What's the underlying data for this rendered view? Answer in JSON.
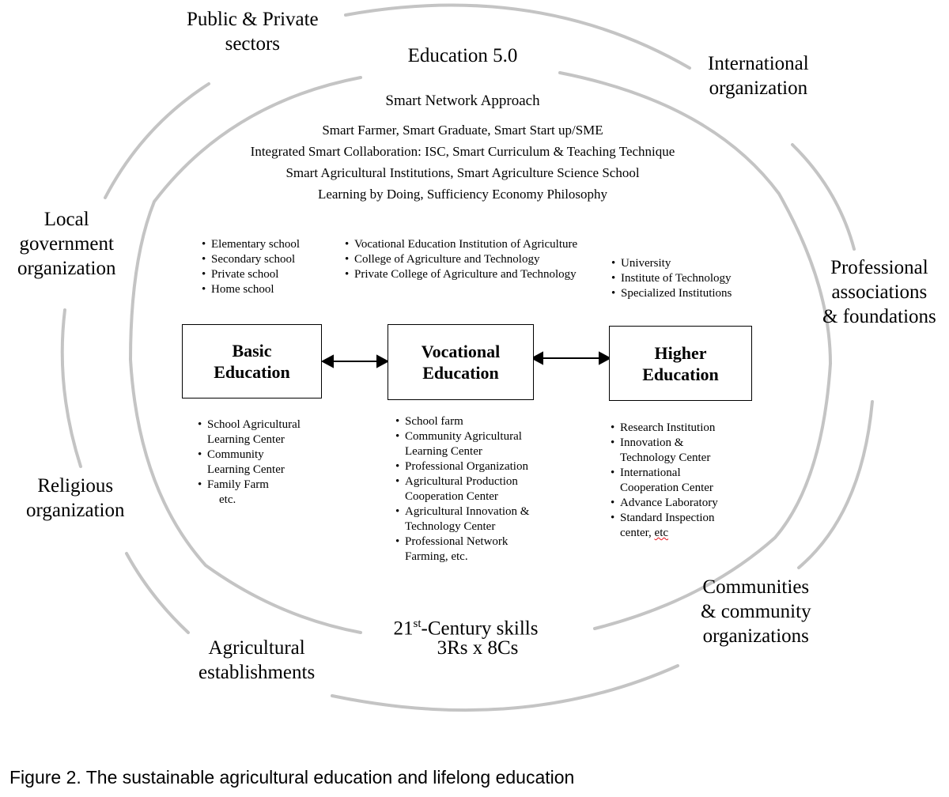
{
  "title": "Education 5.0",
  "approach_lines": [
    "Smart Network Approach",
    "Smart Farmer, Smart Graduate, Smart Start up/SME",
    "Integrated Smart Collaboration: ISC, Smart Curriculum & Teaching Technique",
    "Smart Agricultural Institutions, Smart Agriculture Science School",
    "Learning by Doing, Sufficiency Economy Philosophy"
  ],
  "outer_labels": {
    "public_private": [
      "Public & Private",
      "sectors"
    ],
    "international": [
      "International",
      "organization"
    ],
    "professional": [
      "Professional",
      "associations",
      "& foundations"
    ],
    "communities": [
      "Communities",
      "& community",
      "organizations"
    ],
    "agricultural": [
      "Agricultural",
      "establishments"
    ],
    "religious": [
      "Religious",
      "organization"
    ],
    "local_gov": [
      "Local",
      "government",
      "organization"
    ]
  },
  "stages": {
    "basic": {
      "label": [
        "Basic",
        "Education"
      ],
      "institutions": [
        "Elementary school",
        "Secondary school",
        "Private school",
        "Home school"
      ],
      "resources": [
        "School Agricultural",
        "Learning Center",
        "Community",
        "Learning Center",
        "Family Farm",
        "etc."
      ]
    },
    "vocational": {
      "label": [
        "Vocational",
        "Education"
      ],
      "institutions": [
        "Vocational Education Institution of Agriculture",
        "College of Agriculture and Technology",
        "Private College of Agriculture and Technology"
      ],
      "resources": [
        "School farm",
        "Community Agricultural",
        "Learning Center",
        "Professional Organization",
        "Agricultural Production",
        "Cooperation Center",
        "Agricultural Innovation &",
        "Technology Center",
        "Professional Network",
        "Farming, etc."
      ]
    },
    "higher": {
      "label": [
        "Higher",
        "Education"
      ],
      "institutions": [
        "University",
        "Institute of Technology",
        "Specialized Institutions"
      ],
      "resources": [
        "Research Institution",
        "Innovation &",
        "Technology Center",
        "International",
        "Cooperation Center",
        "Advance Laboratory",
        "Standard Inspection",
        "center, ",
        "etc"
      ]
    }
  },
  "skills": {
    "line1_main": "21",
    "line1_sup": "st",
    "line1_rest": "-Century skills",
    "line2": "3Rs x 8Cs"
  },
  "caption": "Figure 2. The sustainable agricultural education and lifelong education",
  "colors": {
    "accent_red": "#e8141b",
    "ring_gray": "#c4c4c4",
    "ink": "#000000"
  }
}
